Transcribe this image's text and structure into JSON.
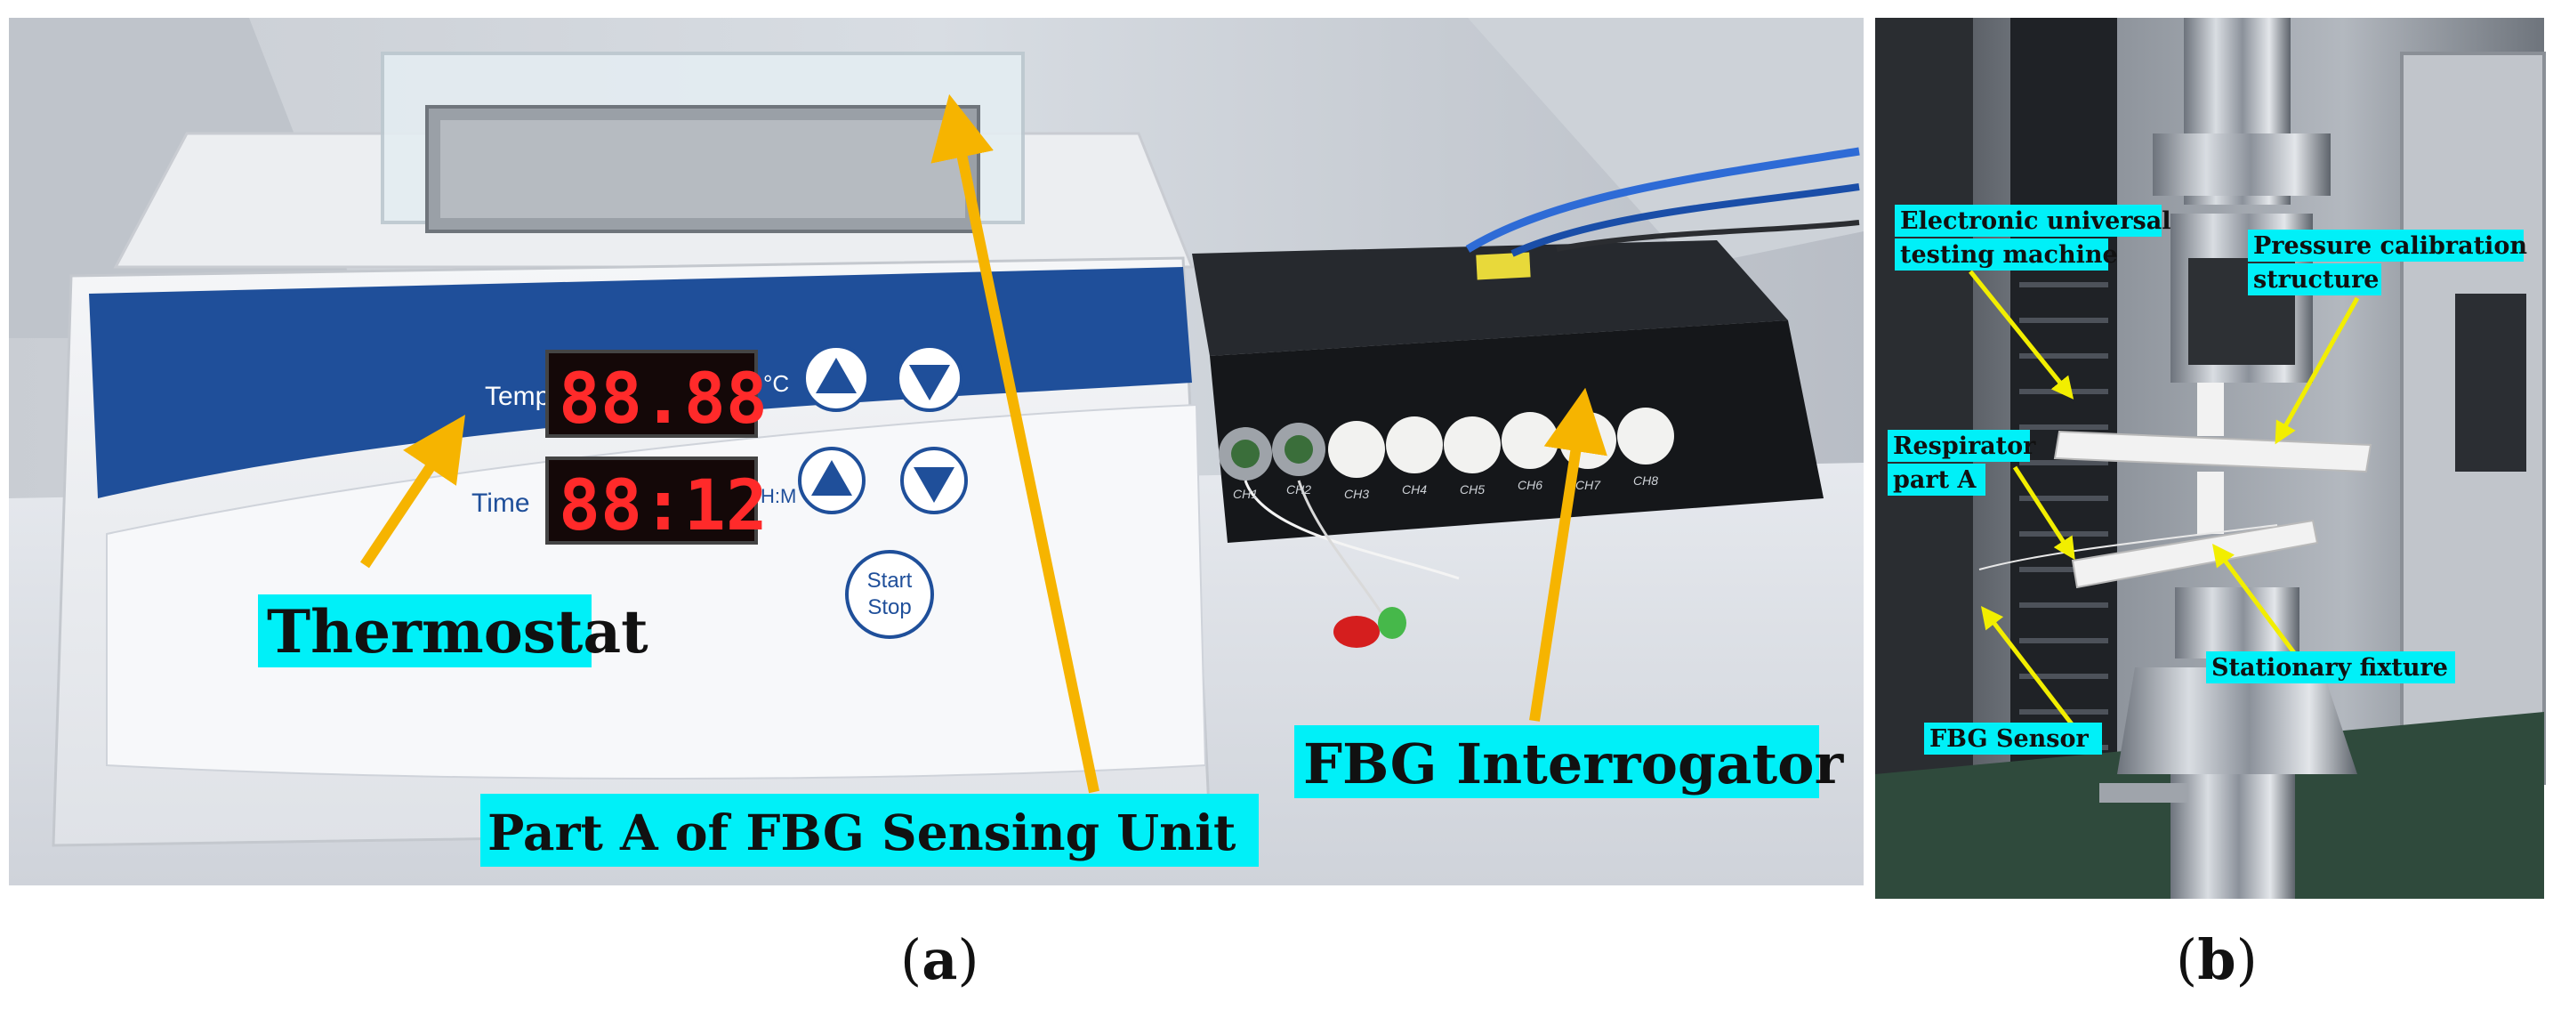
{
  "panel_a": {
    "letter": "a",
    "display_temp": "88.88",
    "display_time": "88:12",
    "thermostat_labels": {
      "temp": "Temp",
      "time": "Time",
      "unit_c": "°C",
      "unit_hm": "H:M",
      "start": "Start",
      "stop": "Stop"
    },
    "channel_labels": [
      "CH1",
      "CH2",
      "CH3",
      "CH4",
      "CH5",
      "CH6",
      "CH7",
      "CH8"
    ],
    "labels": {
      "thermostat": "Thermostat",
      "fbg_interrogator": "FBG Interrogator",
      "part_a": "Part A of FBG Sensing Unit"
    }
  },
  "panel_b": {
    "letter": "b",
    "labels": {
      "testing_machine_1": "Electronic universal",
      "testing_machine_2": "testing machine",
      "pressure_1": "Pressure calibration",
      "pressure_2": "structure",
      "respirator_1": "Respirator",
      "respirator_2": "part A",
      "stationary": "Stationary fixture",
      "fbg_sensor": "FBG Sensor"
    }
  },
  "colors": {
    "label_bg": "#00f0f8",
    "arrow": "#f6b400",
    "arrow_b": "#f2ee00",
    "thermostat_blue": "#1f4f9a",
    "led_red": "#ff2a2a"
  }
}
